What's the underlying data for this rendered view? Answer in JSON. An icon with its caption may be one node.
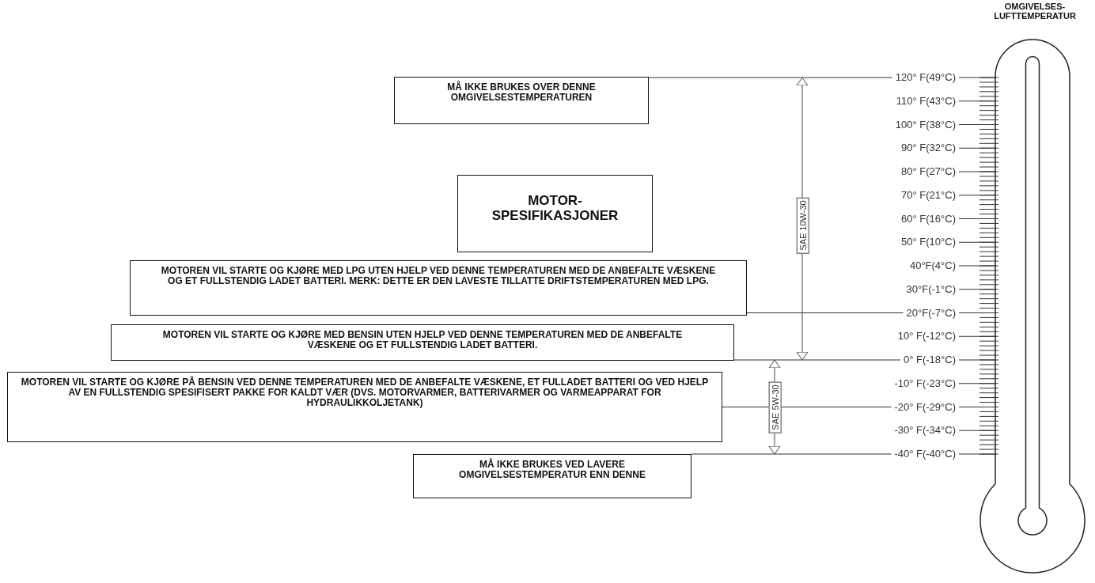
{
  "diagram": {
    "nodes": [
      {
        "text": [
          "MÅ IKKE BRUKES OVER DENNE OMGIVELSESTEMPERATUREN"
        ]
      },
      {
        "text": [
          "MOTOR- SPESIFIKASJONER"
        ]
      },
      {
        "text": [
          "MOTOREN VIL STARTE OG KJØRE MED LPG UTEN HJELP VED DENNE TEMPERATUREN MED DE ANBEFALTE VÆSKENE OG ET FULLSTENDIG LADET BATTERI. MERK: DETTE ER DEN LAVESTE TILLATTE DRIFTSTEMPERATUREN MED LPG."
        ]
      },
      {
        "text": [
          "MOTOREN VIL STARTE OG KJØRE MED BENSIN UTEN HJELP VED DENNE TEMPERATUREN MED DE ANBEFALTE VÆSKENE OG ET FULLSTENDIG LADET BATTERI."
        ]
      },
      {
        "text": [
          "MOTOREN VIL STARTE OG KJØRE PÅ BENSIN VED DENNE TEMPERATUREN MED DE ANBEFALTE VÆSKENE, ET FULLADET BATTERI OG VED HJELP AV EN FULLSTENDIG SPESIFISERT PAKKE FOR KALDT VÆR (DVS. MOTORVARMER, BATTERIVARMER OG VARMEAPPARAT FOR HYDRAULIKKOLJETANK)"
        ]
      },
      {
        "text": [
          "MÅ IKKE BRUKES VED LAVERE OMGIVELSESTEMPERATUR ENN DENNE"
        ]
      },
      {
        "text": [
          "120° F(49°C)"
        ]
      },
      {
        "text": [
          "110° F(43°C)"
        ]
      },
      {
        "text": [
          "100° F(38°C)"
        ]
      },
      {
        "text": [
          "90° F(32°C)"
        ]
      },
      {
        "text": [
          "80° F(27°C)"
        ]
      },
      {
        "text": [
          "70° F(21°C)"
        ]
      },
      {
        "text": [
          "60° F(16°C)"
        ]
      },
      {
        "text": [
          "50° F(10°C)"
        ]
      },
      {
        "text": [
          "40°F(4°C)"
        ]
      },
      {
        "text": [
          "30°F(-1°C)"
        ]
      },
      {
        "text": [
          "20°F(-7°C)"
        ]
      },
      {
        "text": [
          "10° F(-12°C)"
        ]
      },
      {
        "text": [
          "0° F(-18°C)"
        ]
      },
      {
        "text": [
          "-10° F(-23°C)"
        ]
      },
      {
        "text": [
          "-20° F(-29°C)"
        ]
      },
      {
        "text": [
          "-30° F(-34°C)"
        ]
      },
      {
        "text": [
          "-40° F(-40°C)"
        ]
      },
      {
        "text": [
          "OMGIVELSES- LUFTTEMPERATUR"
        ]
      }
    ],
    "edges": [
      {
        "from": 0,
        "to": 6,
        "arrow": "none"
      },
      {
        "from": 2,
        "to": 16,
        "arrow": "none"
      },
      {
        "from": 3,
        "to": 18,
        "arrow": "none"
      },
      {
        "from": 4,
        "to": 20,
        "arrow": "none"
      },
      {
        "from": 5,
        "to": 22,
        "arrow": "none"
      },
      {
        "from": 6,
        "to": 23,
        "arrow": "none"
      },
      {
        "from": 7,
        "to": 23,
        "arrow": "none"
      },
      {
        "from": 8,
        "to": 23,
        "arrow": "none"
      },
      {
        "from": 9,
        "to": 23,
        "arrow": "none"
      },
      {
        "from": 10,
        "to": 23,
        "arrow": "none"
      },
      {
        "from": 11,
        "to": 23,
        "arrow": "none"
      },
      {
        "from": 12,
        "to": 23,
        "arrow": "none"
      },
      {
        "from": 13,
        "to": 23,
        "arrow": "none"
      },
      {
        "from": 14,
        "to": 23,
        "arrow": "none"
      },
      {
        "from": 15,
        "to": 23,
        "arrow": "none"
      },
      {
        "from": 16,
        "to": 23,
        "arrow": "none"
      },
      {
        "from": 17,
        "to": 23,
        "arrow": "none"
      },
      {
        "from": 18,
        "to": 23,
        "arrow": "none"
      },
      {
        "from": 19,
        "to": 23,
        "arrow": "none"
      },
      {
        "from": 20,
        "to": 23,
        "arrow": "none"
      },
      {
        "from": 21,
        "to": 23,
        "arrow": "none"
      },
      {
        "from": 22,
        "to": 23,
        "arrow": "none"
      }
    ],
    "labels": [
      "SAE 10W-30",
      "SAE 5W-30"
    ]
  }
}
